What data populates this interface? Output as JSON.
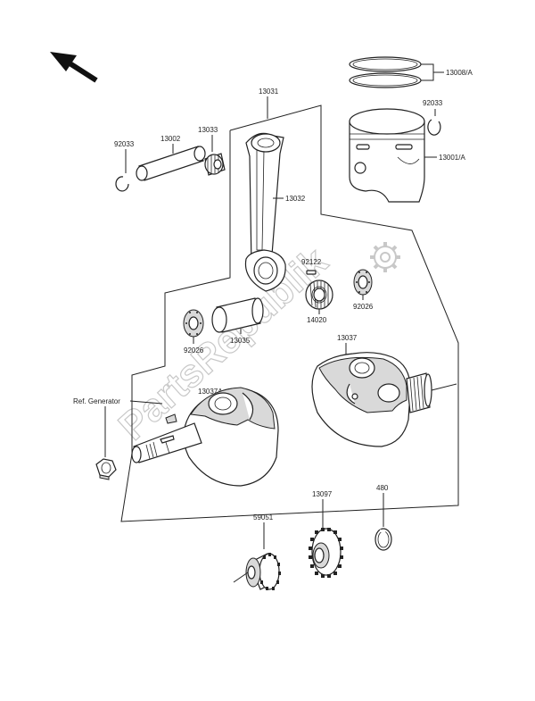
{
  "watermark": {
    "text": "PartsRepublik"
  },
  "labels": {
    "p13008A": "13008/A",
    "p92033_right": "92033",
    "p13001A": "13001/A",
    "p13031": "13031",
    "p13033": "13033",
    "p13002": "13002",
    "p92033_left": "92033",
    "p13032": "13032",
    "p92122": "92122",
    "p14020": "14020",
    "p92026_right": "92026",
    "p92026_left": "92026",
    "p13035": "13035",
    "p13037": "13037",
    "p13037A": "13037A",
    "ref_generator": "Ref. Generator",
    "p480": "480",
    "p13097": "13097",
    "p59051": "59051"
  },
  "icons": {
    "front_arrow": "direction-arrow-icon",
    "gear_logo": "gear-icon"
  }
}
